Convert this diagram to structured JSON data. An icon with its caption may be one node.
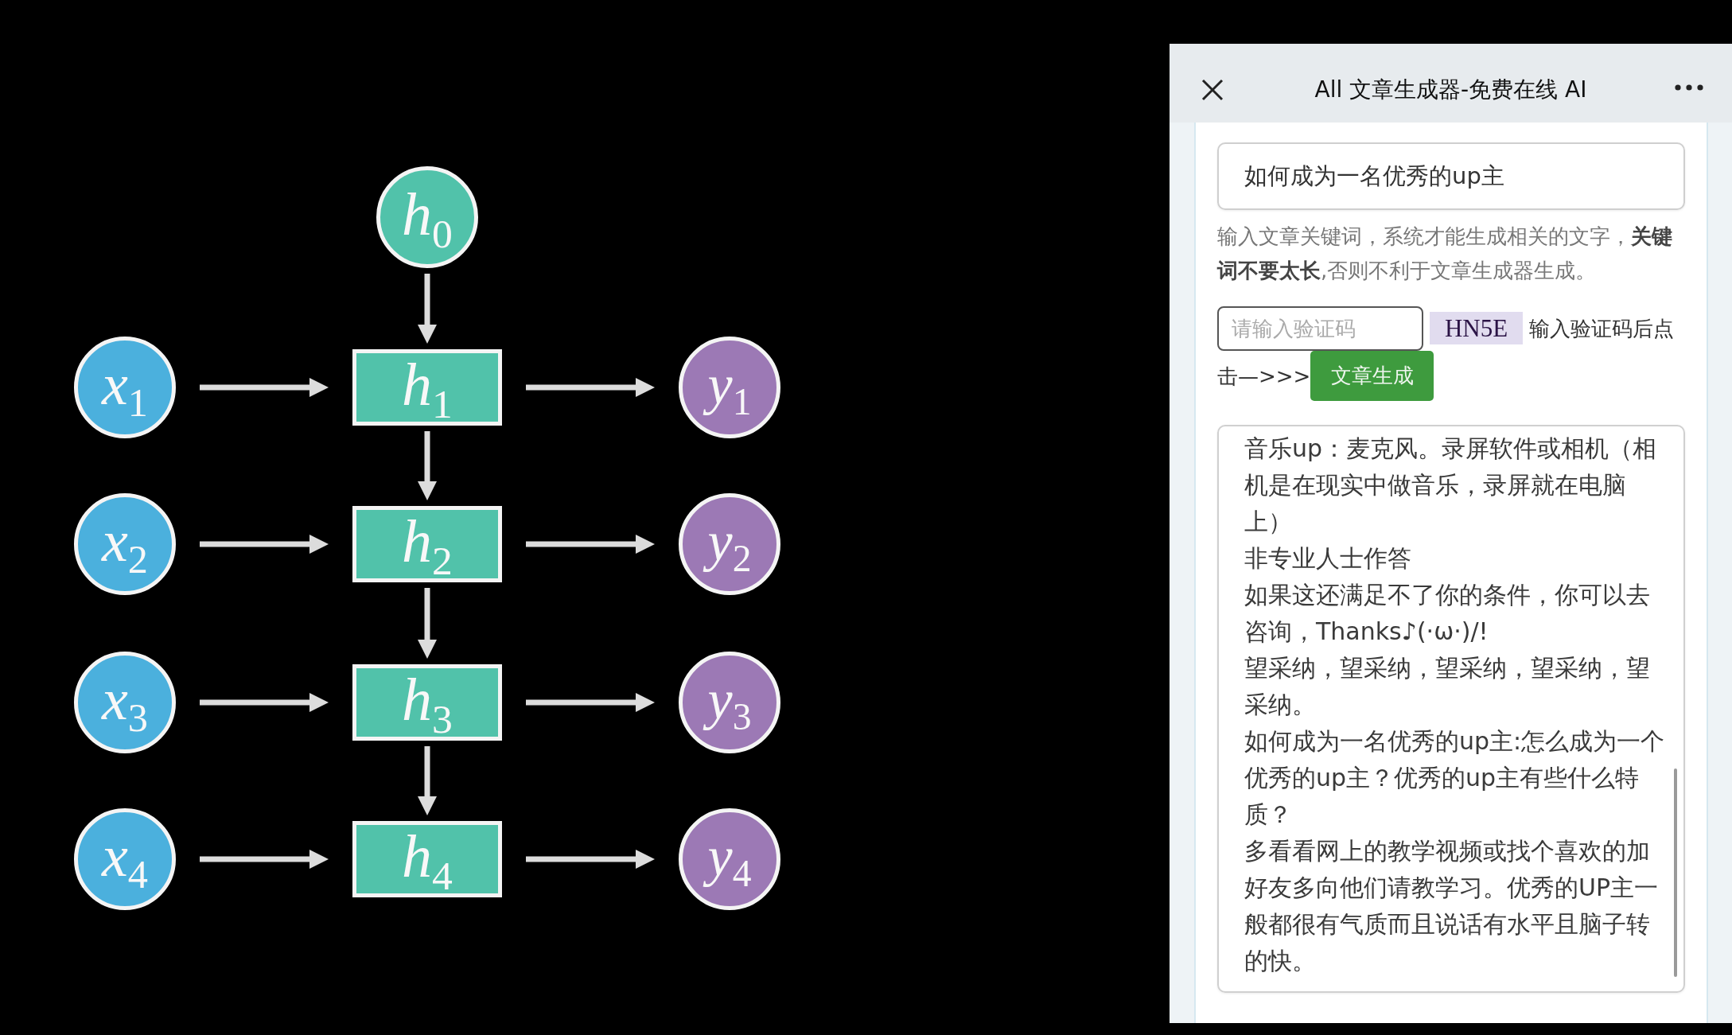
{
  "diagram": {
    "nodes": [
      {
        "text": [
          "*h*$_{0}$"
        ]
      },
      {
        "text": [
          "*x*$_{1}$"
        ]
      },
      {
        "text": [
          "*h*$_{1}$"
        ]
      },
      {
        "text": [
          "*y*$_{1}$"
        ]
      },
      {
        "text": [
          "*x*$_{2}$"
        ]
      },
      {
        "text": [
          "*h*$_{2}$"
        ]
      },
      {
        "text": [
          "*y*$_{2}$"
        ]
      },
      {
        "text": [
          "*x*$_{3}$"
        ]
      },
      {
        "text": [
          "*h*$_{3}$"
        ]
      },
      {
        "text": [
          "*y*$_{3}$"
        ]
      },
      {
        "text": [
          "*x*$_{4}$"
        ]
      },
      {
        "text": [
          "*h*$_{4}$"
        ]
      },
      {
        "text": [
          "*y*$_{4}$"
        ]
      }
    ],
    "edges": [
      {
        "from": 0,
        "to": 2,
        "arrow": "to"
      },
      {
        "from": 1,
        "to": 2,
        "arrow": "to"
      },
      {
        "from": 2,
        "to": 3,
        "arrow": "to"
      },
      {
        "from": 2,
        "to": 5,
        "arrow": "to"
      },
      {
        "from": 4,
        "to": 5,
        "arrow": "to"
      },
      {
        "from": 5,
        "to": 6,
        "arrow": "to"
      },
      {
        "from": 5,
        "to": 8,
        "arrow": "to"
      },
      {
        "from": 7,
        "to": 8,
        "arrow": "to"
      },
      {
        "from": 8,
        "to": 9,
        "arrow": "to"
      },
      {
        "from": 8,
        "to": 11,
        "arrow": "to"
      },
      {
        "from": 10,
        "to": 11,
        "arrow": "to"
      },
      {
        "from": 11,
        "to": 12,
        "arrow": "to"
      }
    ],
    "labels": [
      "All 文章生成器-免费在线 AI",
      "如何成为一名优秀的up主",
      "输入文章关键词，系统才能生成相关的文字，**关键词不要太长**,否则不利于文章生成器生成。",
      "请输入验证码",
      "HN5E",
      "输入验证码后点",
      "击—>>>",
      "文章生成",
      "音乐up：麦克风。录屏软件或相机（相机是在现实中做音乐，录屏就在电脑上）",
      "非专业人士作答",
      "如果这还满足不了你的条件，你可以去咨询，Thanks♪(·ω·)/!",
      "望采纳，望采纳，望采纳，望采纳，望采纳。",
      "如何成为一名优秀的up主:怎么成为一个优秀的up主？优秀的up主有些什么特质？",
      "多看看网上的教学视频或找个喜欢的加好友多向他们请教学习。优秀的UP主一般都很有气质而且说话有水平且脑子转的快。"
    ]
  }
}
